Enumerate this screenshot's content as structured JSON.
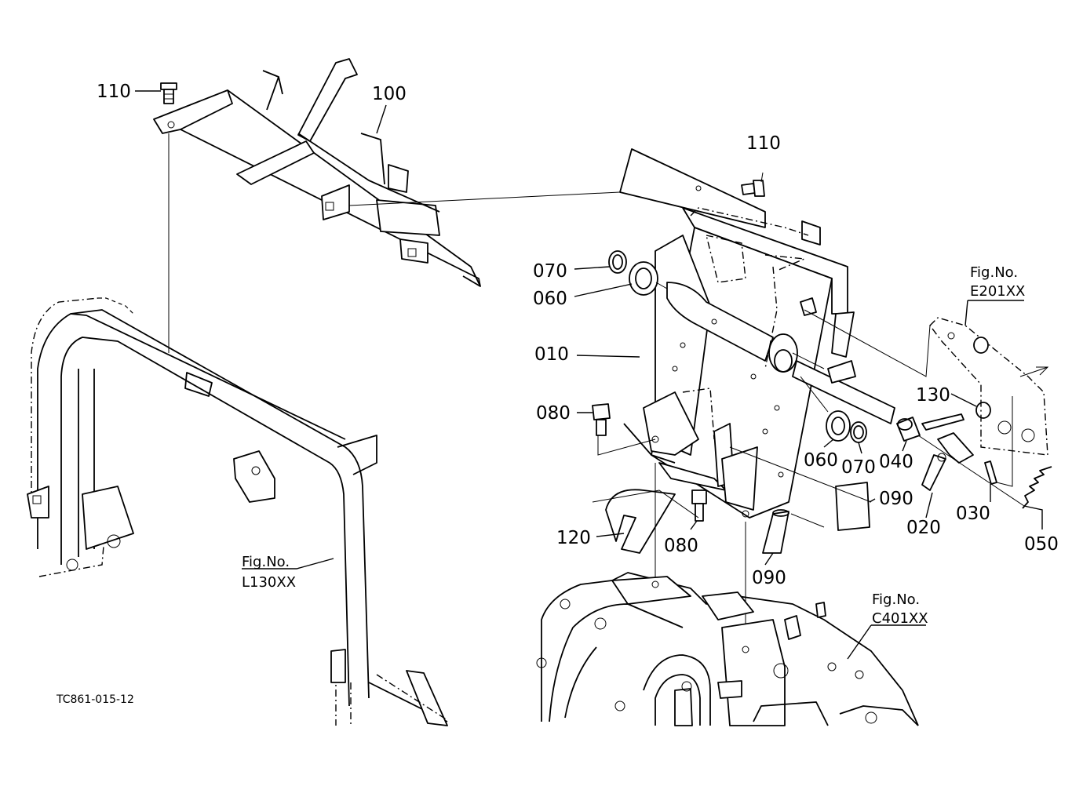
{
  "drawing_code": "TC861-015-12",
  "figure_refs": {
    "e201": {
      "prefix": "Fig.No.",
      "code": "E201XX"
    },
    "l130": {
      "prefix": "Fig.No.",
      "code": "L130XX"
    },
    "c401": {
      "prefix": "Fig.No.",
      "code": "C401XX"
    }
  },
  "callouts": {
    "p110_left": "110",
    "p100": "100",
    "p110_right": "110",
    "p070_top": "070",
    "p060_top": "060",
    "p010": "010",
    "p080_left": "080",
    "p120": "120",
    "p080_mid": "080",
    "p090_bottom": "090",
    "p060_mid": "060",
    "p070_mid": "070",
    "p040": "040",
    "p090_right": "090",
    "p130": "130",
    "p020": "020",
    "p030": "030",
    "p050": "050"
  }
}
